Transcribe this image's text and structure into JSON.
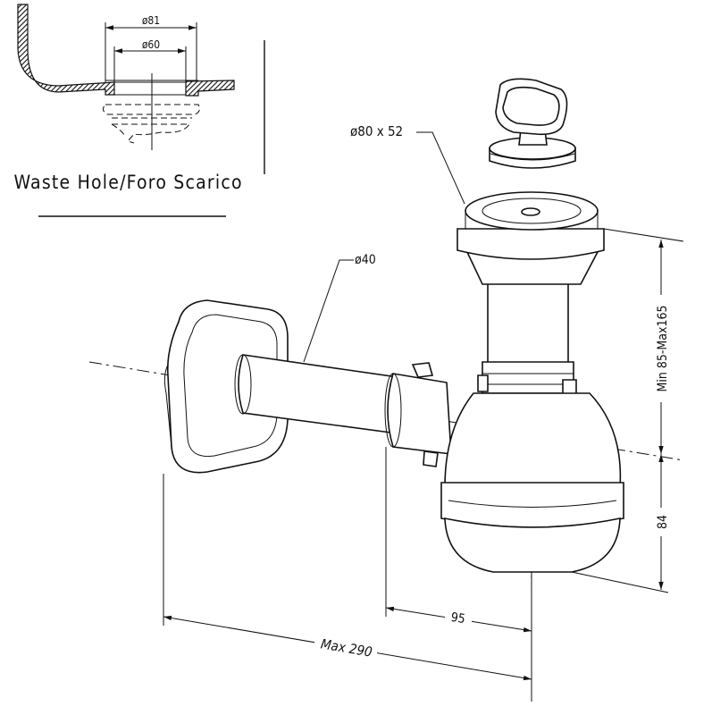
{
  "inset": {
    "outer_diameter": "ø81",
    "inner_diameter": "ø60",
    "caption": "Waste Hole/Foro Scarico"
  },
  "labels": {
    "strainer_size": "ø80 x 52",
    "pipe_diameter": "ø40",
    "height_range": "Min 85-Max165",
    "bottle_height": "84",
    "offset": "95",
    "max_length": "Max 290"
  }
}
